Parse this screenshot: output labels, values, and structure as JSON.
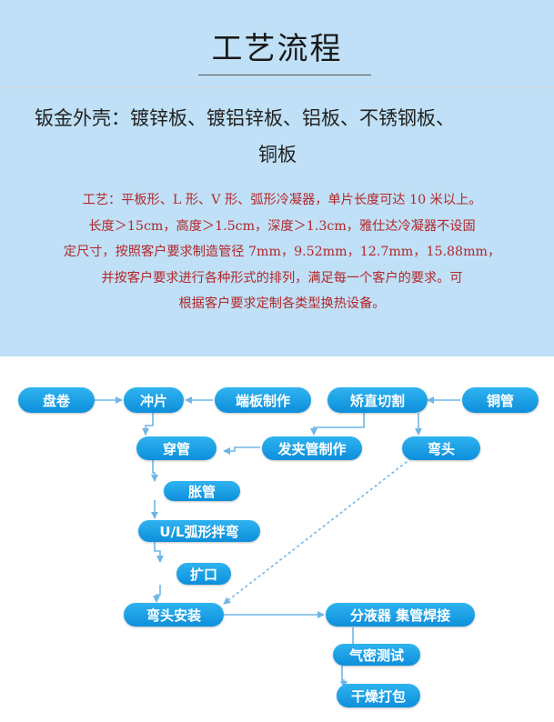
{
  "header": {
    "title": "工艺流程"
  },
  "materials": {
    "line1": "钣金外壳：镀锌板、镀铝锌板、铝板、不锈钢板、",
    "line2": "铜板"
  },
  "process": {
    "lines": [
      "工艺：平板形、L 形、V 形、弧形冷凝器，单片长度可达 10 米以上。",
      "长度＞15cm，高度＞1.5cm，深度＞1.3cm，雅仕达冷凝器不设固",
      "定尺寸，按照客户要求制造管径 7mm，9.52mm，12.7mm，15.88mm，",
      "并按客户要求进行各种形式的排列，满足每一个客户的要求。可",
      "根据客户要求定制各类型换热设备。"
    ]
  },
  "flow": {
    "nodes": {
      "coil": "盘卷",
      "punch": "冲片",
      "endplate": "端板制作",
      "straighten": "矫直切割",
      "copper_tube": "铜管",
      "threading": "穿管",
      "hairpin": "发夹管制作",
      "elbow": "弯头",
      "expand": "胀管",
      "ul_bend": "U/L弧形拌弯",
      "flare": "扩口",
      "elbow_install": "弯头安装",
      "distributor_weld": "分液器 集管焊接",
      "leak_test": "气密测试",
      "dry_pack": "干燥打包"
    },
    "colors": {
      "node": "#1aa3e8",
      "arrow": "#6fb6e6"
    }
  }
}
